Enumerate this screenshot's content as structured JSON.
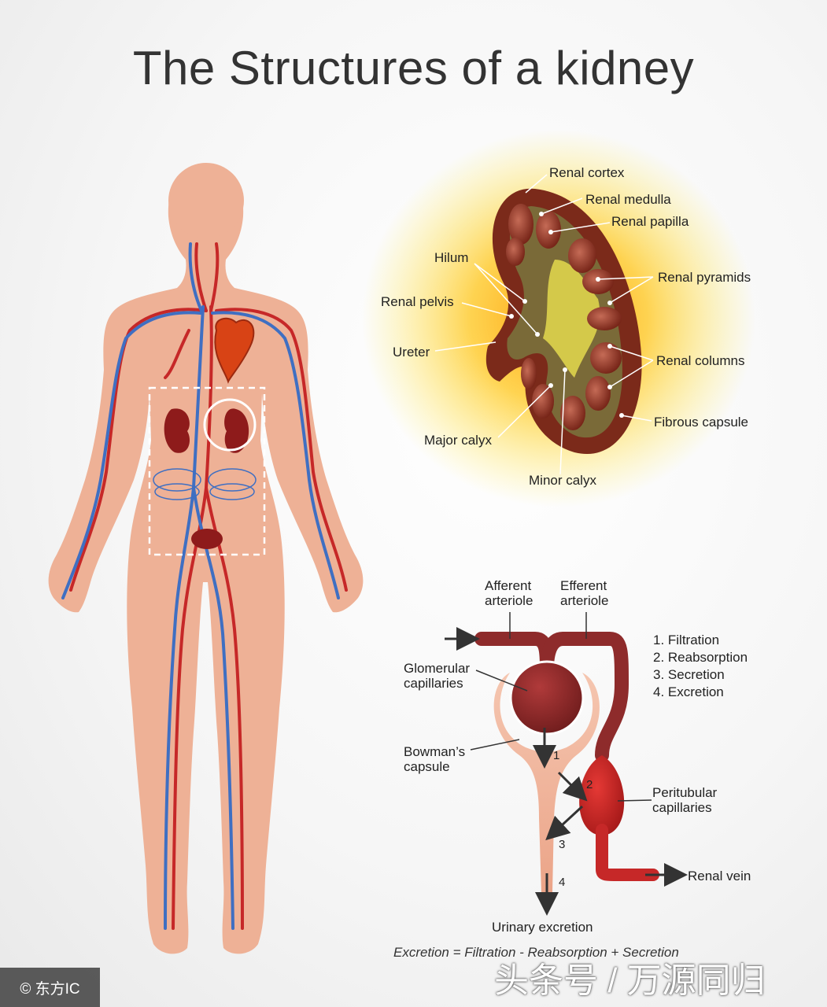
{
  "title": "The Structures of a kidney",
  "kidney_labels": {
    "renal_cortex": "Renal cortex",
    "renal_medulla": "Renal medulla",
    "renal_papilla": "Renal papilla",
    "hilum": "Hilum",
    "renal_pyramids": "Renal pyramids",
    "renal_pelvis": "Renal pelvis",
    "ureter": "Ureter",
    "renal_columns": "Renal columns",
    "fibrous_capsule": "Fibrous capsule",
    "major_calyx": "Major calyx",
    "minor_calyx": "Minor calyx"
  },
  "nephron_labels": {
    "afferent": "Afferent\narteriole",
    "efferent": "Efferent\narteriole",
    "glomerular": "Glomerular\ncapillaries",
    "bowmans": "Bowman’s\ncapsule",
    "peritubular": "Peritubular\ncapillaries",
    "renal_vein": "Renal vein",
    "urinary_excretion": "Urinary excretion"
  },
  "steps": [
    "1. Filtration",
    "2. Reabsorption",
    "3. Secretion",
    "4. Excretion"
  ],
  "step_numbers": [
    "1",
    "2",
    "3",
    "4"
  ],
  "formula": "Excretion = Filtration - Reabsorption + Secretion",
  "badge": "© 东方IC",
  "watermark": "头条号 / 万源同归",
  "colors": {
    "skin": "#eeb196",
    "artery": "#c62828",
    "vein": "#3f6fc2",
    "kidney_dark": "#7b2a1a",
    "glow": "#ffb300",
    "nephron_blood": "#8e2b2b"
  }
}
